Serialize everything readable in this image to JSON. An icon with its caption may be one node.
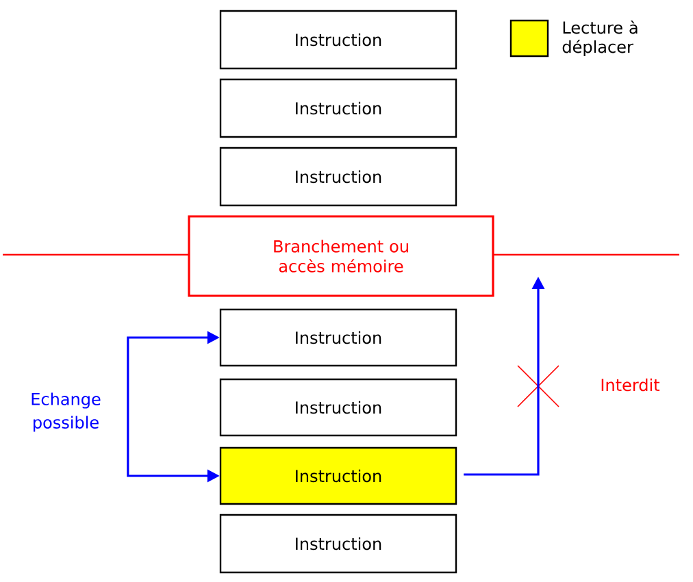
{
  "diagram": {
    "nodes": [
      {
        "text": [
          "Instruction"
        ]
      },
      {
        "text": [
          "Instruction"
        ]
      },
      {
        "text": [
          "Instruction"
        ]
      },
      {
        "text": [
          "Branchement ou accès mémoire"
        ]
      },
      {
        "text": [
          "Instruction"
        ]
      },
      {
        "text": [
          "Instruction"
        ]
      },
      {
        "text": [
          "Instruction"
        ]
      },
      {
        "text": [
          "Instruction"
        ]
      }
    ],
    "edges": [
      {
        "from": 4,
        "to": 6,
        "arrow": "both",
        "label": "Echange possible",
        "color": "#0000ff"
      },
      {
        "from": 6,
        "to": null,
        "arrow": "to",
        "label": "Interdit",
        "color": "#0000ff"
      }
    ],
    "legend": [
      {
        "text": "Lecture à déplacer",
        "color": "#ffff00"
      }
    ]
  }
}
